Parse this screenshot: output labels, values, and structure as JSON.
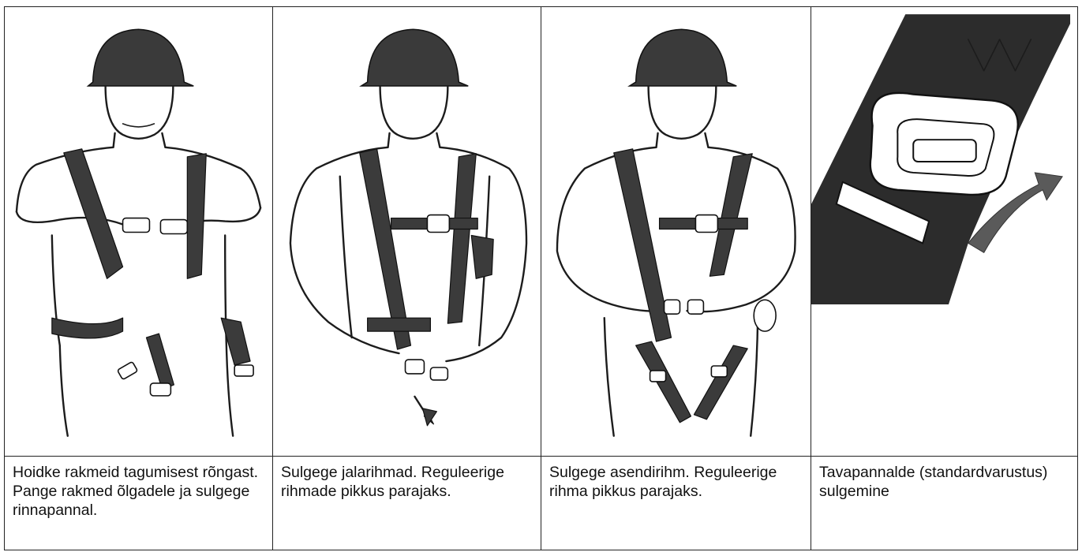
{
  "steps": [
    {
      "illustration": "harness-step-1-hold-back-ring",
      "caption": "Hoidke rakmeid tagumisest rõngast. Pange rakmed õlgadele ja sulgege rinnapannal."
    },
    {
      "illustration": "harness-step-2-leg-straps",
      "caption": "Sulgege jalarihmad. Reguleerige rihmade pikkus parajaks."
    },
    {
      "illustration": "harness-step-3-positioning-strap",
      "caption": "Sulgege asendirihm. Reguleerige rihma pikkus parajaks."
    },
    {
      "illustration": "harness-step-4-standard-buckle",
      "caption": "Tavapannalde (standardvarustus) sulgemine"
    }
  ]
}
